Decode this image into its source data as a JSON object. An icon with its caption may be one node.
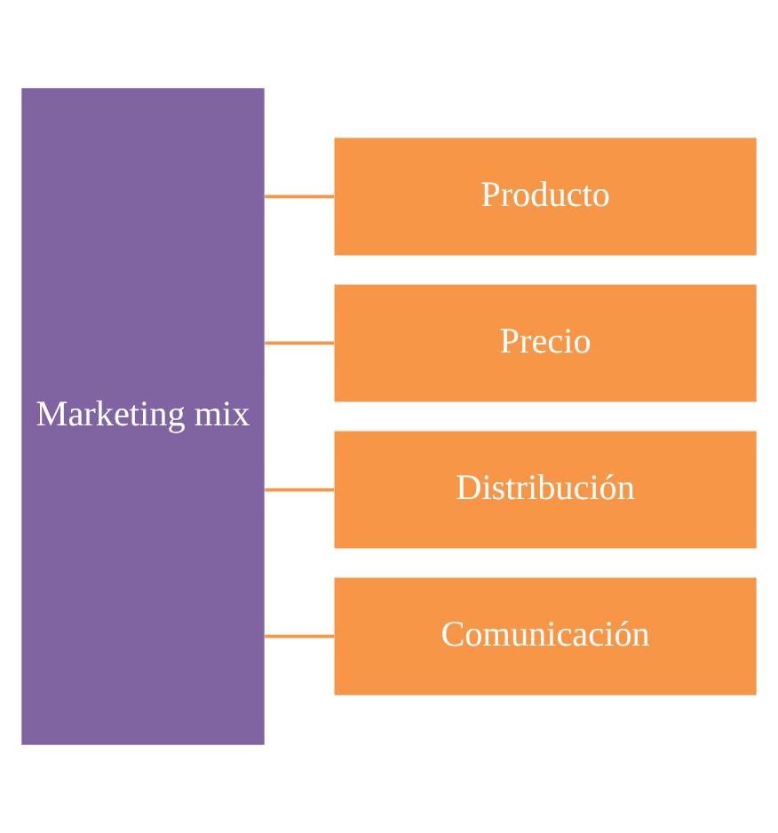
{
  "diagram": {
    "nodes": [
      {
        "text": [
          "Marketing mix"
        ]
      },
      {
        "text": [
          "Producto"
        ]
      },
      {
        "text": [
          "Precio"
        ]
      },
      {
        "text": [
          "Distribución"
        ]
      },
      {
        "text": [
          "Comunicación"
        ]
      }
    ],
    "edges": [
      {
        "from": 0,
        "to": 1,
        "arrow": "none"
      },
      {
        "from": 0,
        "to": 2,
        "arrow": "none"
      },
      {
        "from": 0,
        "to": 3,
        "arrow": "none"
      },
      {
        "from": 0,
        "to": 4,
        "arrow": "none"
      }
    ]
  }
}
